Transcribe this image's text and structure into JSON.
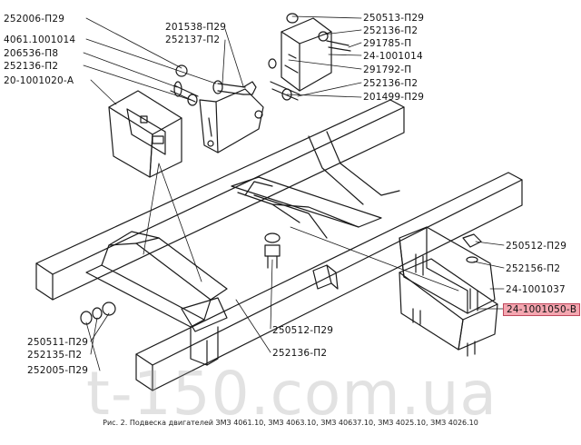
{
  "labels": {
    "l1": "252006-П29",
    "l2": "4061.1001014",
    "l3": "206536-П8",
    "l4": "252136-П2",
    "l5": "20-1001020-А",
    "l6": "201538-П29",
    "l7": "252137-П2",
    "l8": "250513-П29",
    "l9": "252136-П2",
    "l10": "291785-П",
    "l11": "24-1001014",
    "l12": "291792-П",
    "l13": "252136-П2",
    "l14": "201499-П29",
    "l15": "250512-П29",
    "l16": "252156-П2",
    "l17": "24-1001037",
    "l18": "24-1001050-В",
    "l19": "250511-П29",
    "l20": "252135-П2",
    "l21": "252005-П29",
    "l22": "250512-П29",
    "l23": "252136-П2"
  },
  "caption": "Рис. 2. Подвеска двигателей ЗМЗ 4061.10, ЗМЗ 4063.10, ЗМЗ 40637.10, ЗМЗ 4025.10, ЗМЗ 4026.10",
  "watermark": "t-150.com.ua",
  "colors": {
    "highlight": "#f4a6b0",
    "line": "#1a1a1a"
  }
}
